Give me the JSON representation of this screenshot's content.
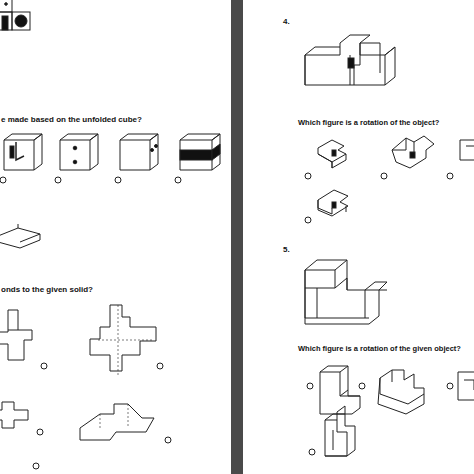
{
  "diagram": {
    "labels": [
      "e made based on the unfolded cube?",
      "onds to the given solid?",
      "4.",
      "Which figure is a rotation of the object?",
      "5.",
      "Which figure is a rotation of the given object?"
    ]
  }
}
